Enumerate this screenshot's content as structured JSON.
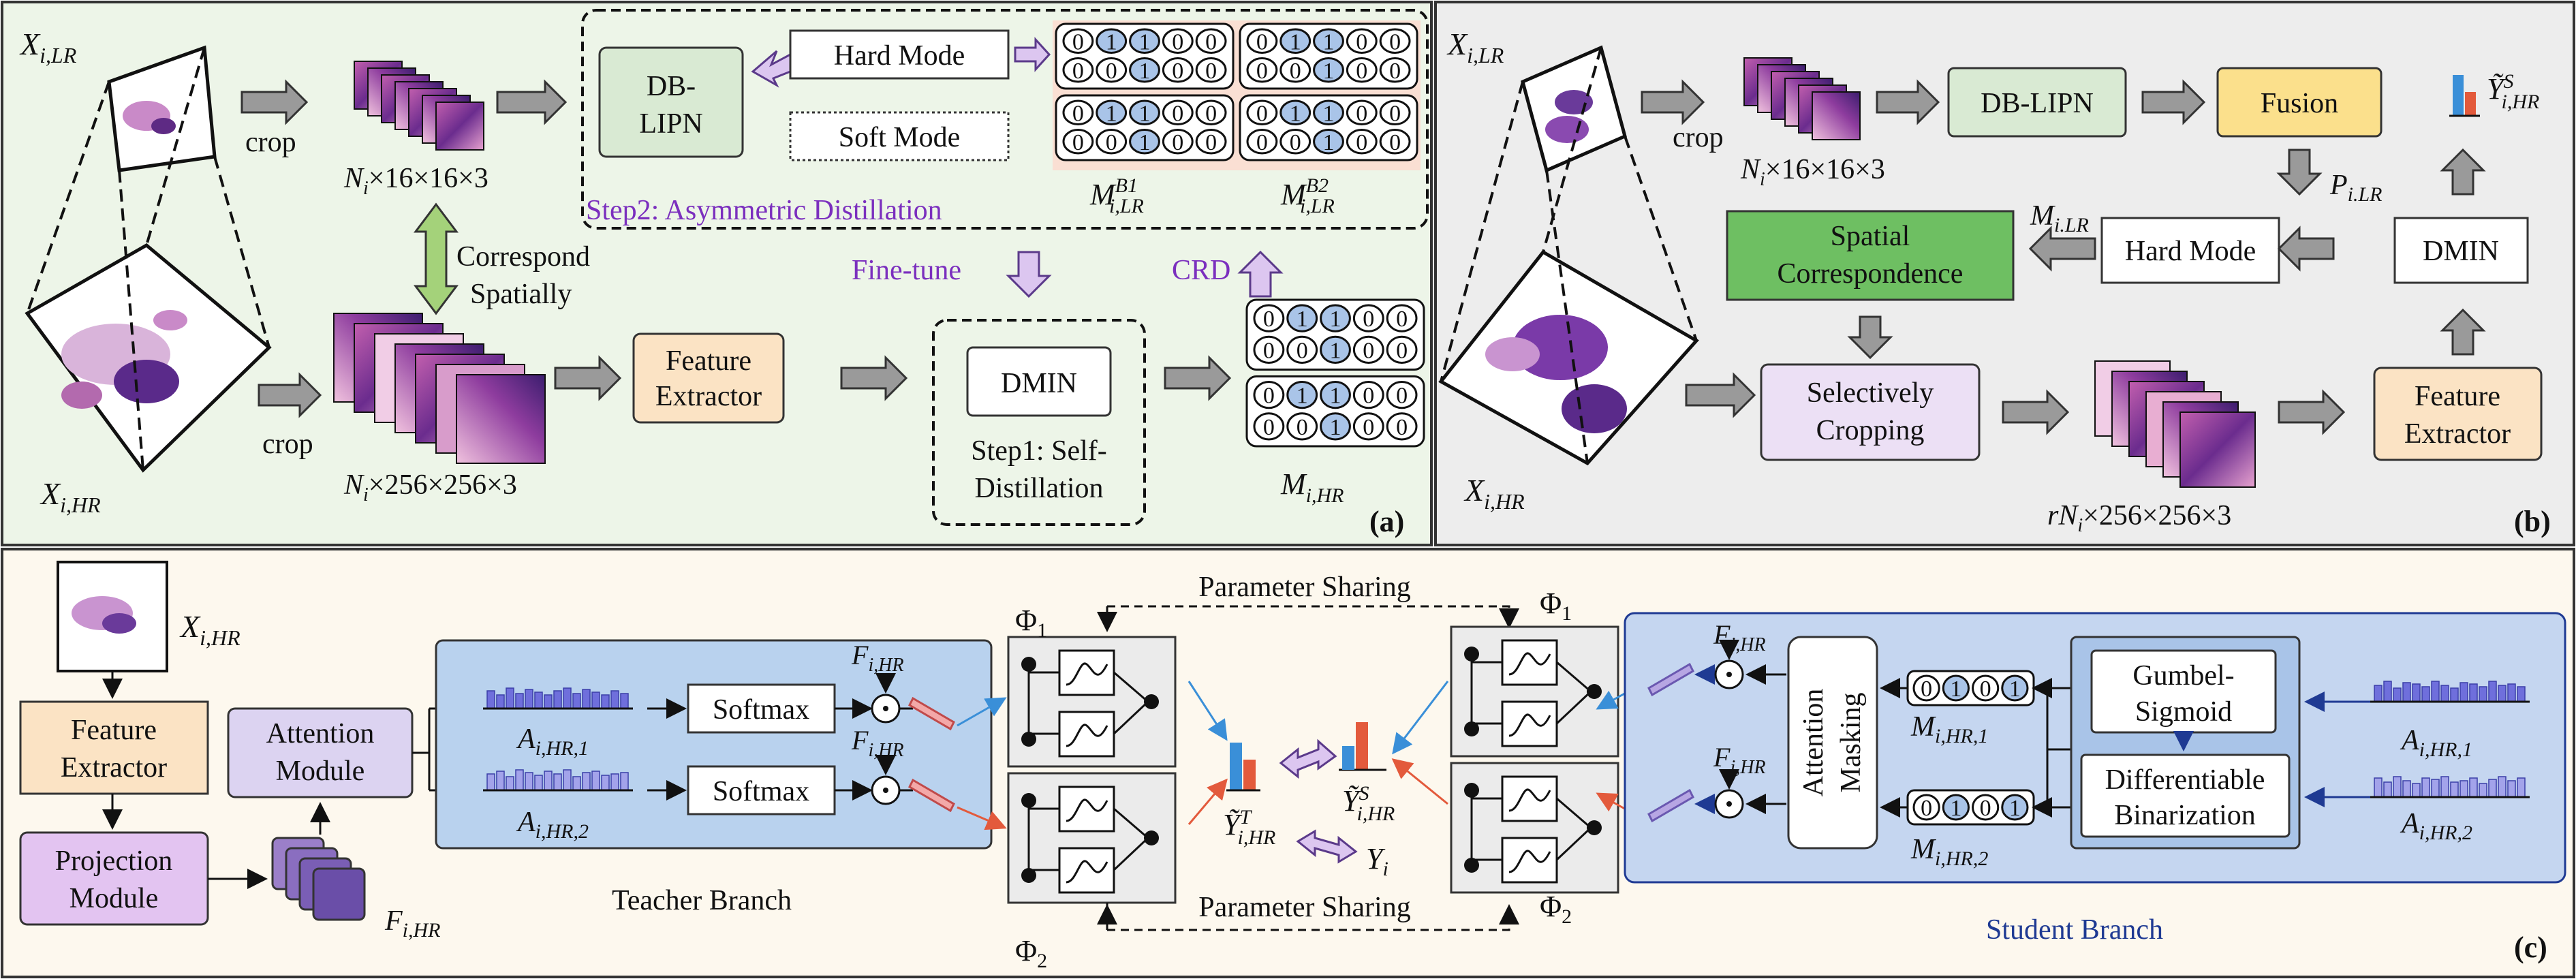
{
  "panel_a": {
    "label": "(a)",
    "x_lr": "X",
    "x_lr_sub": "i,LR",
    "x_hr": "X",
    "x_hr_sub": "i,HR",
    "crop_top": "crop",
    "crop_bottom": "crop",
    "patches_lr": "N",
    "patches_lr_rest": "×16×16×3",
    "patches_hr": "N",
    "patches_hr_rest": "×256×256×3",
    "correspond_line1": "Correspond",
    "correspond_line2": "Spatially",
    "dblipn_line1": "DB-",
    "dblipn_line2": "LIPN",
    "hard_mode": "Hard Mode",
    "soft_mode": "Soft Mode",
    "step2": "Step2: Asymmetric Distillation",
    "mask_b1": "M",
    "mask_b1_sup": "B1",
    "mask_b1_sub": "i,LR",
    "mask_b2": "M",
    "mask_b2_sup": "B2",
    "mask_b2_sub": "i,LR",
    "fine_tune": "Fine-tune",
    "crd": "CRD",
    "feature_extractor_line1": "Feature",
    "feature_extractor_line2": "Extractor",
    "dmin": "DMIN",
    "step1_line1": "Step1: Self-",
    "step1_line2": "Distillation",
    "mask_hr": "M",
    "mask_hr_sub": "i,HR",
    "bits_row1": [
      "0",
      "1",
      "1",
      "0",
      "0"
    ],
    "bits_row2": [
      "0",
      "0",
      "1",
      "0",
      "0"
    ]
  },
  "panel_b": {
    "label": "(b)",
    "x_lr": "X",
    "x_lr_sub": "i,LR",
    "x_hr": "X",
    "x_hr_sub": "i,HR",
    "crop": "crop",
    "patches_lr": "N",
    "patches_lr_rest": "×16×16×3",
    "dblipn": "DB-LIPN",
    "fusion": "Fusion",
    "p_label": "P",
    "p_sub": "i.LR",
    "y_label": "Ỹ",
    "y_sup": "S",
    "y_sub": "i,HR",
    "m_label": "M",
    "m_sub": "i.LR",
    "spatial_line1": "Spatial",
    "spatial_line2": "Correspondence",
    "hard_mode": "Hard Mode",
    "dmin": "DMIN",
    "select_line1": "Selectively",
    "select_line2": "Cropping",
    "feature_line1": "Feature",
    "feature_line2": "Extractor",
    "patches_hr_pre": "rN",
    "patches_hr_rest": "×256×256×3"
  },
  "panel_c": {
    "label": "(c)",
    "x_hr": "X",
    "x_hr_sub": "i,HR",
    "feature_line1": "Feature",
    "feature_line2": "Extractor",
    "projection_line1": "Projection",
    "projection_line2": "Module",
    "attention_line1": "Attention",
    "attention_line2": "Module",
    "f_hr": "F",
    "f_hr_sub": "i,HR",
    "a1": "A",
    "a1_sub": "i,HR,1",
    "a2": "A",
    "a2_sub": "i,HR,2",
    "softmax": "Softmax",
    "teacher_branch": "Teacher Branch",
    "student_branch": "Student Branch",
    "param_sharing_top": "Parameter Sharing",
    "param_sharing_bottom": "Parameter Sharing",
    "phi1": "Φ",
    "phi1_sub": "1",
    "phi2": "Φ",
    "phi2_sub": "2",
    "y_t": "Ỹ",
    "y_t_sup": "T",
    "y_t_sub": "i,HR",
    "y_s": "Ỹ",
    "y_s_sup": "S",
    "y_s_sub": "i,HR",
    "y_i": "Y",
    "y_i_sub": "i",
    "attention_masking_line1": "Attention",
    "attention_masking_line2": "Masking",
    "m1": "M",
    "m1_sub": "i,HR,1",
    "m2": "M",
    "m2_sub": "i,HR,2",
    "gumbel_line1": "Gumbel-",
    "gumbel_line2": "Sigmoid",
    "diff_line1": "Differentiable",
    "diff_line2": "Binarization",
    "mask_bits": [
      "0",
      "1",
      "0",
      "1"
    ]
  },
  "colors": {
    "panel_a_bg": "#edf5e8",
    "panel_b_bg": "#ededed",
    "panel_c_bg": "#fdf8ee",
    "dblipn": "#d9ead3",
    "feature": "#fbe3c4",
    "fusion": "#fbe08c",
    "spatial": "#6ebf62",
    "selective": "#ece0f5",
    "attention": "#dcd3f1",
    "projection": "#e3c4f1",
    "teacher": "#b9d2ee",
    "student": "#c5d6f0",
    "bit_blue": "#a9c4e8",
    "step2_text": "#7b2fbe"
  }
}
